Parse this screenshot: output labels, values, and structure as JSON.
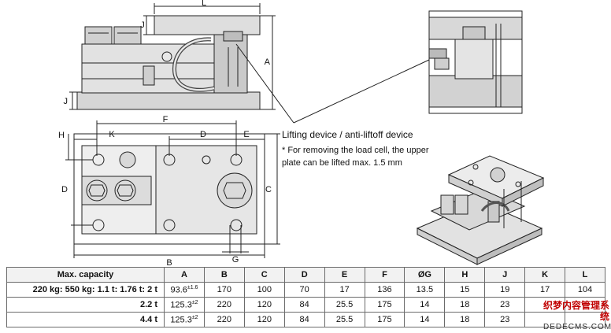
{
  "drawing": {
    "dim_labels": {
      "L": "L",
      "J_top": "J",
      "A": "A",
      "J_bottom": "J",
      "F": "F",
      "D_plan": "D",
      "E": "E",
      "H": "H",
      "K": "K",
      "D_side": "D",
      "C": "C",
      "B": "B",
      "G": "G"
    },
    "note_title": "Lifting device / anti-liftoff device",
    "note_line1": "* For removing the load cell, the upper",
    "note_line2": "plate can be lifted max. 1.5 mm"
  },
  "table": {
    "columns": [
      "Max. capacity",
      "A",
      "B",
      "C",
      "D",
      "E",
      "F",
      "ØG",
      "H",
      "J",
      "K",
      "L"
    ],
    "rows": [
      {
        "capacity": "220 kg: 550 kg: 1.1 t: 1.76 t: 2 t",
        "A_value": "93.6",
        "A_tol": "±1.6",
        "cells": [
          "170",
          "100",
          "70",
          "17",
          "136",
          "13.5",
          "15",
          "19",
          "17",
          "104"
        ]
      },
      {
        "capacity": "2.2 t",
        "A_value": "125.3",
        "A_tol": "±2",
        "cells": [
          "220",
          "120",
          "84",
          "25.5",
          "175",
          "14",
          "18",
          "23",
          "",
          ""
        ]
      },
      {
        "capacity": "4.4 t",
        "A_value": "125.3",
        "A_tol": "±2",
        "cells": [
          "220",
          "120",
          "84",
          "25.5",
          "175",
          "14",
          "18",
          "23",
          "",
          ""
        ]
      }
    ]
  },
  "watermark": {
    "line1": "织梦内容管理系统",
    "line2": "DEDECMS.COM"
  }
}
